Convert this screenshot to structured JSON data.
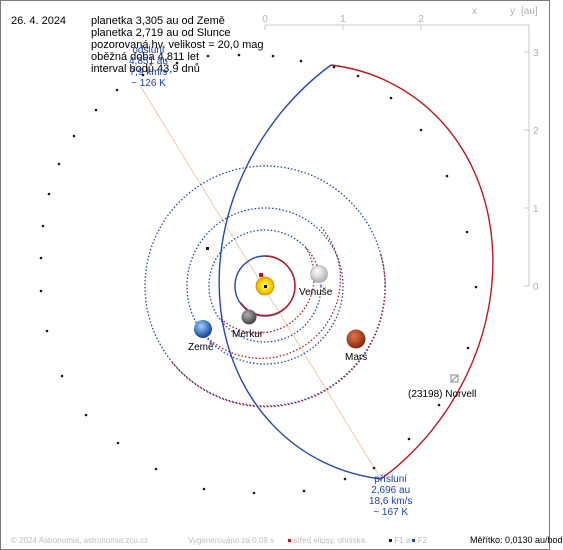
{
  "date": "26. 4. 2024",
  "info_lines": [
    "planetka 3,305 au od Země",
    "planetka 2,719 au od Slunce",
    "pozorovaná hv. velikost = 20,0 mag",
    "oběžná doba 4,811 let",
    "interval bodů 43,9 dnů"
  ],
  "aphelion_label": [
    "odsluní",
    "4,851 au",
    "7,9 km/s",
    "~ 126 K"
  ],
  "perihelion_label": [
    "přísluní",
    "2,696 au",
    "18,6 km/s",
    "~ 167 K"
  ],
  "planets": {
    "mercury": "Merkur",
    "venus": "Venuše",
    "earth": "Země",
    "mars": "Mars"
  },
  "asteroid_label": "(23198) Norvell",
  "axis": {
    "x_ticks": [
      "0",
      "1",
      "2"
    ],
    "y_ticks": [
      "3",
      "2",
      "1",
      "0"
    ],
    "x_label": "x",
    "y_label": "y",
    "unit": "[au]"
  },
  "footer": {
    "copyright": "© 2024 Astronomia, astronomia.zcu.cz",
    "generated": "Vygenerováno za 0,09 s",
    "legend_center": "střed elipsy, ohniska",
    "legend_f1": "F1 a",
    "legend_f2": "F2"
  },
  "scale_text": "Měřítko: 0,0130 au/bod",
  "colors": {
    "asteroid_orbit_blue": "#1f47b8",
    "asteroid_orbit_red": "#c01818",
    "sun": "#f5d800",
    "apsidal_line": "#f3c9a6"
  }
}
